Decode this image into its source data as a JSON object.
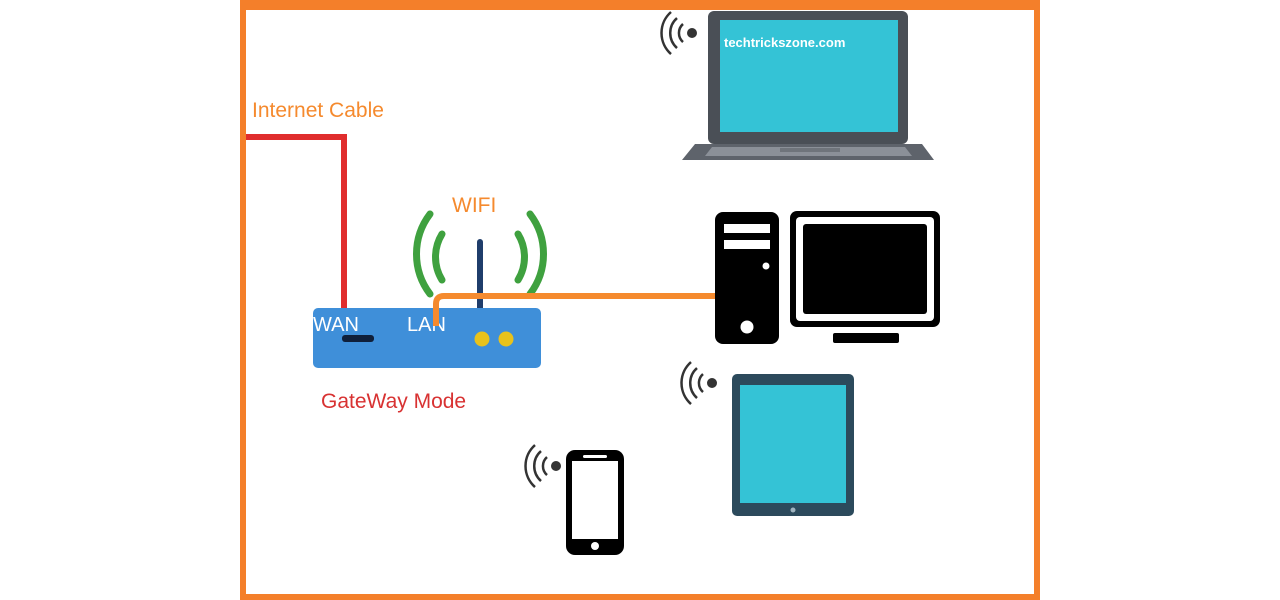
{
  "labels": {
    "internet_cable": "Internet Cable",
    "wifi": "WIFI",
    "wan": "WAN",
    "lan": "LAN",
    "mode": "GateWay Mode",
    "watermark": "techtrickszone.com"
  },
  "colors": {
    "frame": "#f47f2a",
    "internet_cable": "#e02d2d",
    "lan_cable": "#f58a2e",
    "wifi_waves": "#3fa13f",
    "router_body": "#3f8fd9",
    "screen": "#34c3d6",
    "mode_text": "#d83232",
    "label_orange": "#f58a2e"
  },
  "icons": {
    "laptop": "laptop-icon",
    "desktop": "desktop-pc-icon",
    "tablet": "tablet-icon",
    "phone": "smartphone-icon",
    "router": "router-icon",
    "signal": "wifi-signal-icon"
  }
}
